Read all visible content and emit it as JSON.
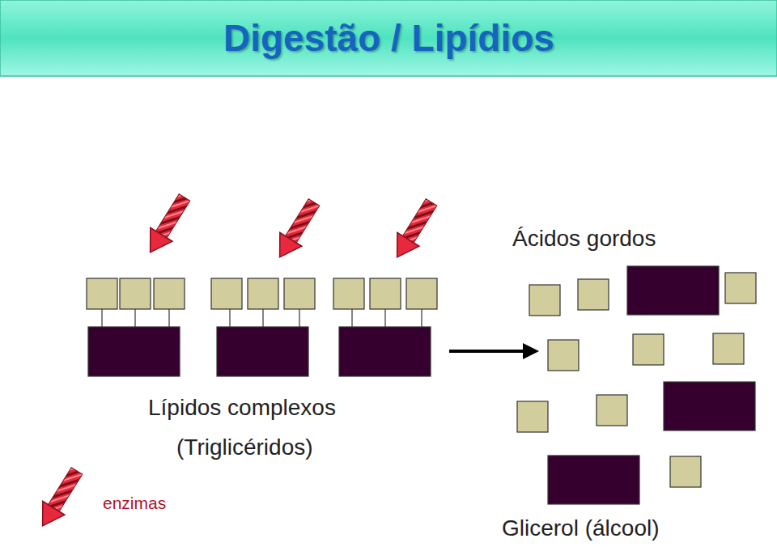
{
  "diagram": {
    "title": "Digestão / Lipídios",
    "labels": [
      "Ácidos gordos",
      "Lípidos complexos",
      "(Triglicéridos)",
      "Glicerol (álcool)"
    ],
    "legend": [
      {
        "text": "enzimas"
      }
    ]
  }
}
